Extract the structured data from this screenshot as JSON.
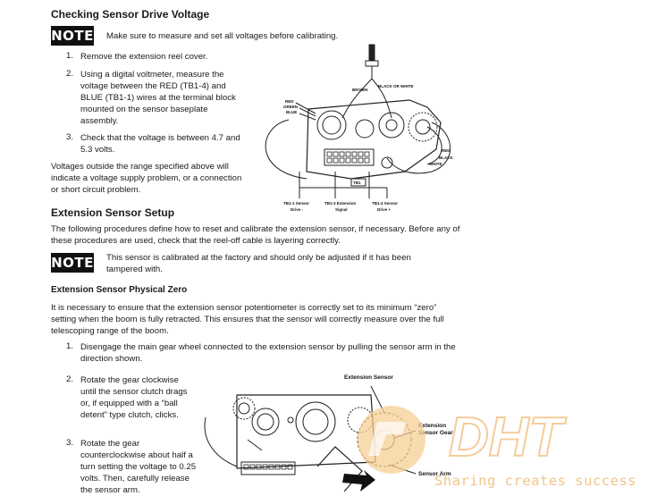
{
  "section1": {
    "title": "Checking Sensor Drive Voltage",
    "note_label": "NOTE",
    "note_text": "Make sure to measure and set all voltages before calibrating.",
    "steps": [
      {
        "num": "1.",
        "text": "Remove the extension reel cover."
      },
      {
        "num": "2.",
        "text": "Using a digital voltmeter, measure the voltage between the RED (TB1-4) and BLUE (TB1-1) wires at the terminal block mounted on the sensor baseplate assembly."
      },
      {
        "num": "3.",
        "text": "Check that the voltage is between 4.7 and 5.3 volts."
      }
    ],
    "after_text": "Voltages outside the range specified above will indicate a voltage supply problem, or a connection or short circuit problem."
  },
  "diagram1": {
    "labels": {
      "red": "RED",
      "green": "GREEN",
      "blue": "BLUE",
      "brown": "BROWN",
      "black_or_white": "BLACK OR WHITE",
      "red2": "RED",
      "black": "BLACK",
      "white": "WHITE",
      "tb1": "TB1",
      "tb1_1_a": "TB1-1 Sensor",
      "tb1_1_b": "Drive -",
      "tb1_3_a": "TB1-3 Extension",
      "tb1_3_b": "Signal",
      "tb1_4_a": "TB1-4 Sensor",
      "tb1_4_b": "Drive +"
    }
  },
  "section2": {
    "title": "Extension Sensor Setup",
    "intro": "The following procedures define how to reset and calibrate the extension sensor, if necessary. Before any of these procedures are used, check that the reel-off cable is layering correctly.",
    "note_label": "NOTE",
    "note_text": "This sensor is calibrated at the factory and should only be adjusted if it has been tampered with."
  },
  "section3": {
    "title": "Extension Sensor Physical Zero",
    "intro": "It is necessary to ensure that the extension sensor potentiometer is correctly set to its minimum “zero” setting when the boom is fully retracted. This ensures that the sensor will correctly measure over the full telescoping range of the boom.",
    "steps": [
      {
        "num": "1.",
        "text": "Disengage the main gear wheel connected to the extension sensor by pulling the sensor arm in the direction shown."
      },
      {
        "num": "2.",
        "text": "Rotate the gear clockwise until the sensor clutch drags or, if equipped with a “ball detent” type clutch, clicks."
      },
      {
        "num": "3.",
        "text": "Rotate the gear counterclockwise about half a turn setting the voltage to 0.25 volts. Then, carefully release the sensor arm."
      }
    ]
  },
  "diagram2": {
    "labels": {
      "extension_sensor": "Extension Sensor",
      "gear_a": "Extension",
      "gear_b": "Sensor Gear",
      "sensor_arm": "Sensor Arm"
    }
  },
  "watermark": {
    "logo": "DHT",
    "tagline": "Sharing creates success"
  }
}
